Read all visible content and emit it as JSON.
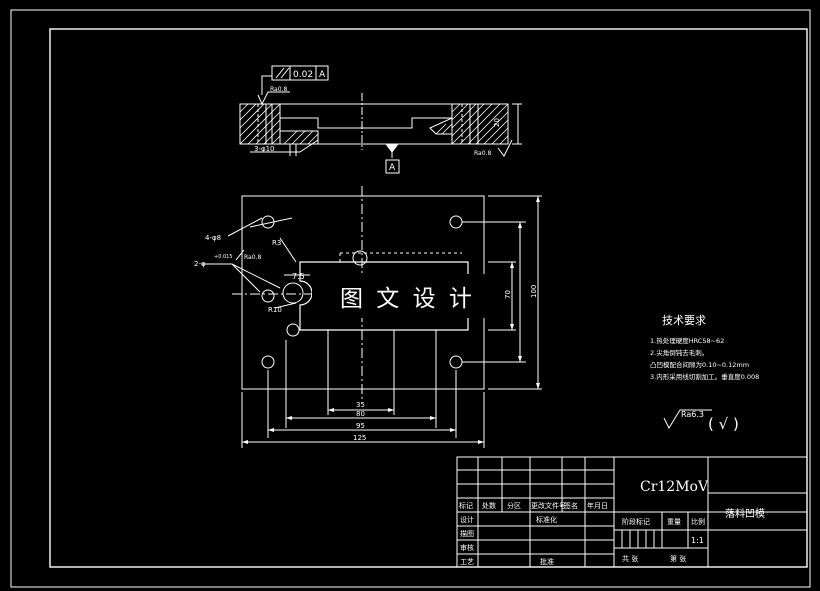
{
  "section_view": {
    "flatness_tolerance": "0.02",
    "datum_ref": "A",
    "roughness_top": "Ra0.8",
    "roughness_right": "Ra0.8",
    "hole_callout": "3-φ10",
    "datum_label": "A",
    "height_dim": "20"
  },
  "plan_view": {
    "holes_callout": "4-φ8",
    "pin_callout": "2-φ",
    "pin_fit": "+0.015",
    "roughness_holes": "Ra0.8",
    "dim_7_5": "7.5",
    "dim_r10": "R10",
    "dim_r3": "R3",
    "dim_35": "35",
    "dim_80": "80",
    "dim_95": "95",
    "dim_125": "125",
    "dim_70": "70",
    "dim_100": "100"
  },
  "watermark": "图 文 设 计",
  "tech_requirements": {
    "title": "技术要求",
    "items": [
      "1.热处理硬度HRC58~62",
      "2.尖角倒钝去毛刺。",
      "  凸凹模配合间隙为0.10~0.12mm",
      "3.内形采用线切割加工。垂直度0.008"
    ]
  },
  "roughness_note": {
    "value": "Ra6.3",
    "other": "( √ )"
  },
  "title_block": {
    "material": "Cr12MoV",
    "part_name": "落料凹模",
    "header_cells": [
      "标记",
      "处数",
      "分区",
      "更改文件号",
      "签名",
      "年月日"
    ],
    "design": "设计",
    "standardize": "标准化",
    "check": "审核",
    "process": "工艺",
    "approve": "批准",
    "trace": "描图",
    "stage_mark": "阶段标记",
    "weight": "重量",
    "scale": "比例",
    "scale_value": "1:1",
    "total_sheets": "共  张",
    "sheet_no": "第  张"
  },
  "colors": {
    "background": "#000000",
    "line": "#ffffff",
    "dim": "#ffffff"
  }
}
